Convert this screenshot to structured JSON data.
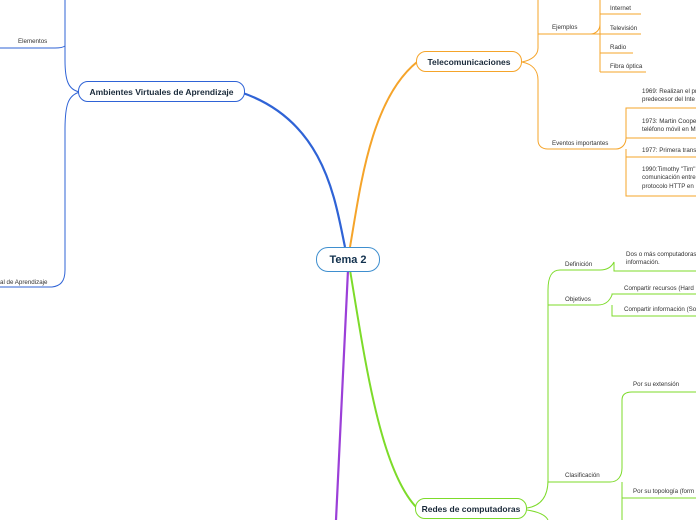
{
  "central": {
    "label": "Tema 2"
  },
  "branches": {
    "ava": {
      "label": "Ambientes Virtuales de Aprendizaje",
      "color": "#2f63d6"
    },
    "tele": {
      "label": "Telecomunicaciones",
      "color": "#f5a42a"
    },
    "redes": {
      "label": "Redes de computadoras",
      "color": "#7ddb2a"
    },
    "purple": {
      "color": "#9b3fd8"
    }
  },
  "ava_children": {
    "elementos": "Elementos",
    "partial": "al de Aprendizaje"
  },
  "tele_children": {
    "ejemplos": {
      "label": "Ejemplos",
      "items": [
        "Internet",
        "Televisión",
        "Radio",
        "Fibra óptica"
      ]
    },
    "eventos": {
      "label": "Eventos importantes",
      "items": [
        "1969: Realizan el pr predecesor del Inte",
        "1973: Martin Coope teléfono móvil en M",
        "1977: Primera trans",
        "1990:Timothy \"Tim\" comunicación entre protocolo HTTP en"
      ]
    }
  },
  "redes_children": {
    "definicion": {
      "label": "Definición",
      "text": "Dos o más computadoras información."
    },
    "objetivos": {
      "label": "Objetivos",
      "items": [
        "Compartir recursos (Hard",
        "Compartir información (So"
      ]
    },
    "clasificacion": {
      "label": "Clasificación",
      "items": [
        "Por su extensión",
        "Por su topología (form"
      ]
    }
  }
}
